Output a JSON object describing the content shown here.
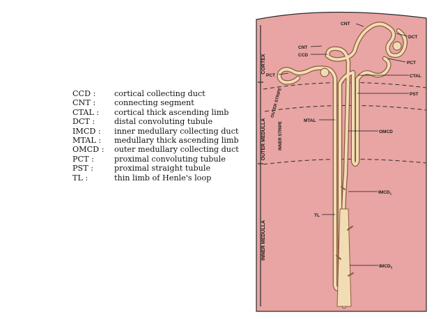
{
  "legend": [
    {
      "abbr": "CCD :",
      "def": "cortical collecting duct"
    },
    {
      "abbr": "CNT :",
      "def": "connecting segment"
    },
    {
      "abbr": "CTAL :",
      "def": "cortical thick ascending limb"
    },
    {
      "abbr": "DCT :",
      "def": "distal convoluting tubule"
    },
    {
      "abbr": "IMCD :",
      "def": "inner medullary collecting duct"
    },
    {
      "abbr": "MTAL :",
      "def": "medullary thick ascending limb"
    },
    {
      "abbr": "OMCD :",
      "def": "outer medullary collecting duct"
    },
    {
      "abbr": "PCT :",
      "def": "proximal convoluting tubule"
    },
    {
      "abbr": "PST :",
      "def": "proximal straight tubule"
    },
    {
      "abbr": "TL :",
      "def": "thin limb of Henle's loop"
    }
  ],
  "regions": {
    "cortex": "CORTEX",
    "outer_medulla": "OUTER MEDULLA",
    "inner_medulla": "INNER MEDULLA",
    "outer_stripe": "OUTER STRIPE",
    "inner_stripe": "INNER STRIPE"
  },
  "labels": {
    "cnt_top": "CNT",
    "dct": "DCT",
    "cnt": "CNT",
    "ccd": "CCD",
    "pct_right": "PCT",
    "pct_left": "PCT",
    "ctal": "CTAL",
    "pst": "PST",
    "mtal": "MTAL",
    "omcd": "OMCD",
    "imcd1": "IMCD",
    "imcd1_sub": "1",
    "tl": "TL",
    "imcd3": "IMCD",
    "imcd3_sub": "3"
  },
  "colors": {
    "tissue": "#e8a5a3",
    "tubule": "#f2dcb4",
    "border": "#2a2a2a"
  }
}
